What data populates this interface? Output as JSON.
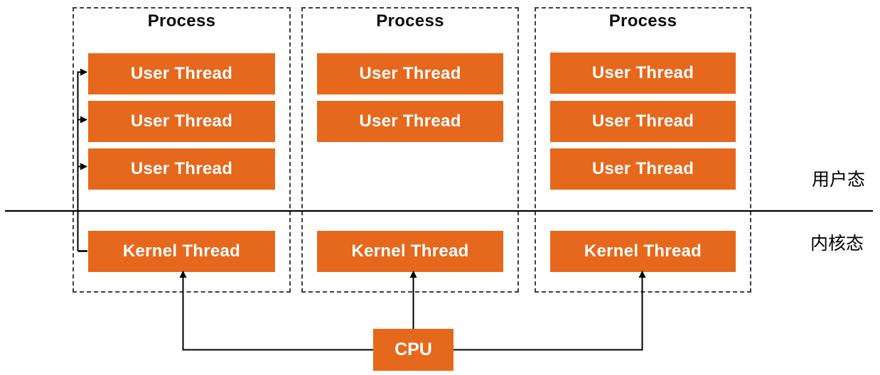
{
  "diagram": {
    "processes": [
      {
        "title": "Process",
        "user_threads": [
          "User Thread",
          "User Thread",
          "User Thread"
        ],
        "kernel_thread": "Kernel Thread"
      },
      {
        "title": "Process",
        "user_threads": [
          "User Thread",
          "User Thread"
        ],
        "kernel_thread": "Kernel Thread"
      },
      {
        "title": "Process",
        "user_threads": [
          "User Thread",
          "User Thread",
          "User Thread"
        ],
        "kernel_thread": "Kernel Thread"
      }
    ],
    "cpu": {
      "label": "CPU"
    },
    "mode_labels": {
      "user_mode": "用户态",
      "kernel_mode": "内核态"
    },
    "colors": {
      "thread_box_orange": "#E5681C",
      "line_black": "#000000",
      "dashed_border_gray": "#3F3F3F",
      "text_on_box_white": "#FFFFFF"
    }
  }
}
